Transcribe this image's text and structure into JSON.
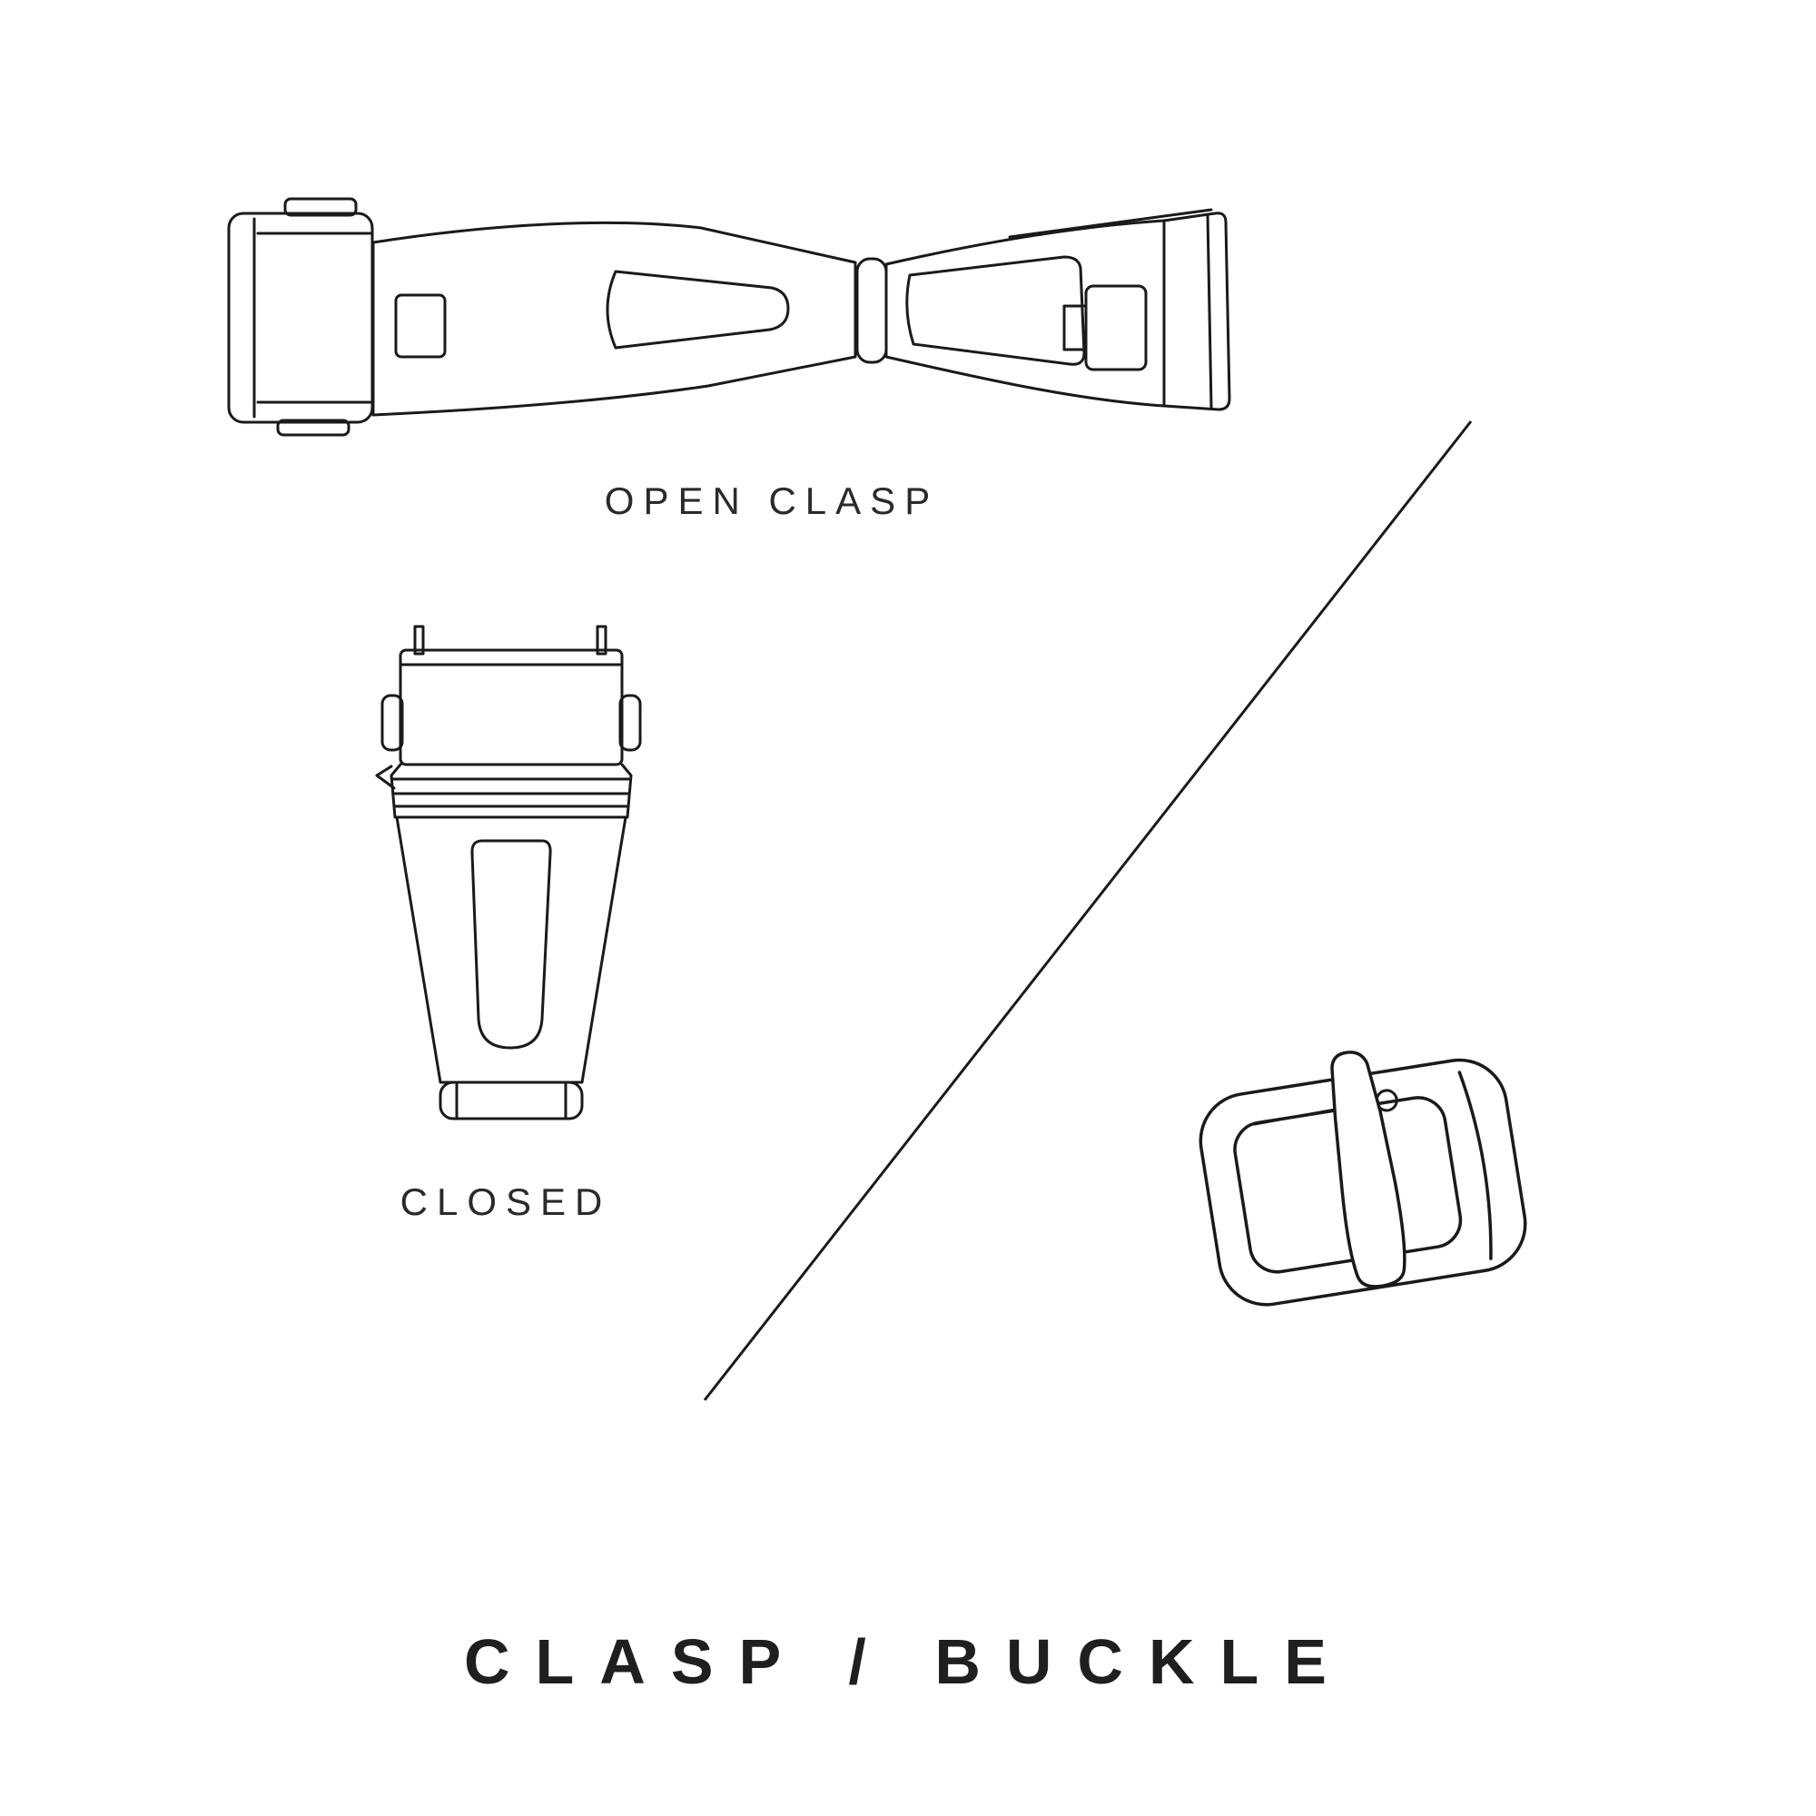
{
  "page": {
    "title": "CLASP / BUCKLE"
  },
  "figures": [
    {
      "name": "open-clasp",
      "caption": "OPEN CLASP"
    },
    {
      "name": "closed-clasp",
      "caption": "CLOSED"
    },
    {
      "name": "tang-buckle"
    }
  ],
  "colors": {
    "line": "#1a1a1a",
    "background": "#ffffff"
  }
}
